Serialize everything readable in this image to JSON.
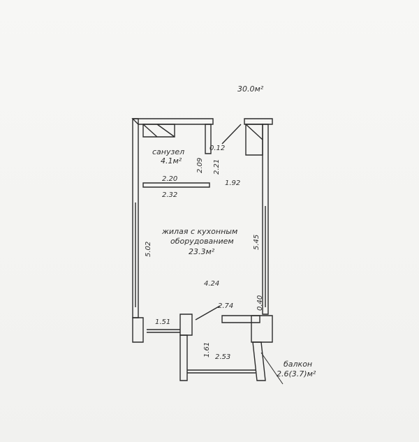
{
  "total_area": "30.0м²",
  "rooms": {
    "bathroom": {
      "name": "санузел",
      "area": "4.1м²"
    },
    "living": {
      "name_line1": "жилая с кухонным",
      "name_line2": "оборудованием",
      "area": "23.3м²"
    },
    "balcony": {
      "name": "балкон",
      "area": "2.6(3.7)м²"
    }
  },
  "dimensions": {
    "d_012": "0.12",
    "d_209": "2.09",
    "d_221": "2.21",
    "d_220": "2.20",
    "d_192": "1.92",
    "d_232": "2.32",
    "d_502": "5.02",
    "d_545": "5.45",
    "d_424": "4.24",
    "d_274": "2.74",
    "d_040": "0.40",
    "d_151": "1.51",
    "d_161": "1.61",
    "d_253": "2.53"
  },
  "colors": {
    "wall": "#2b2b2b",
    "paper": "#f4f4f2",
    "text": "#2e2e2e"
  }
}
